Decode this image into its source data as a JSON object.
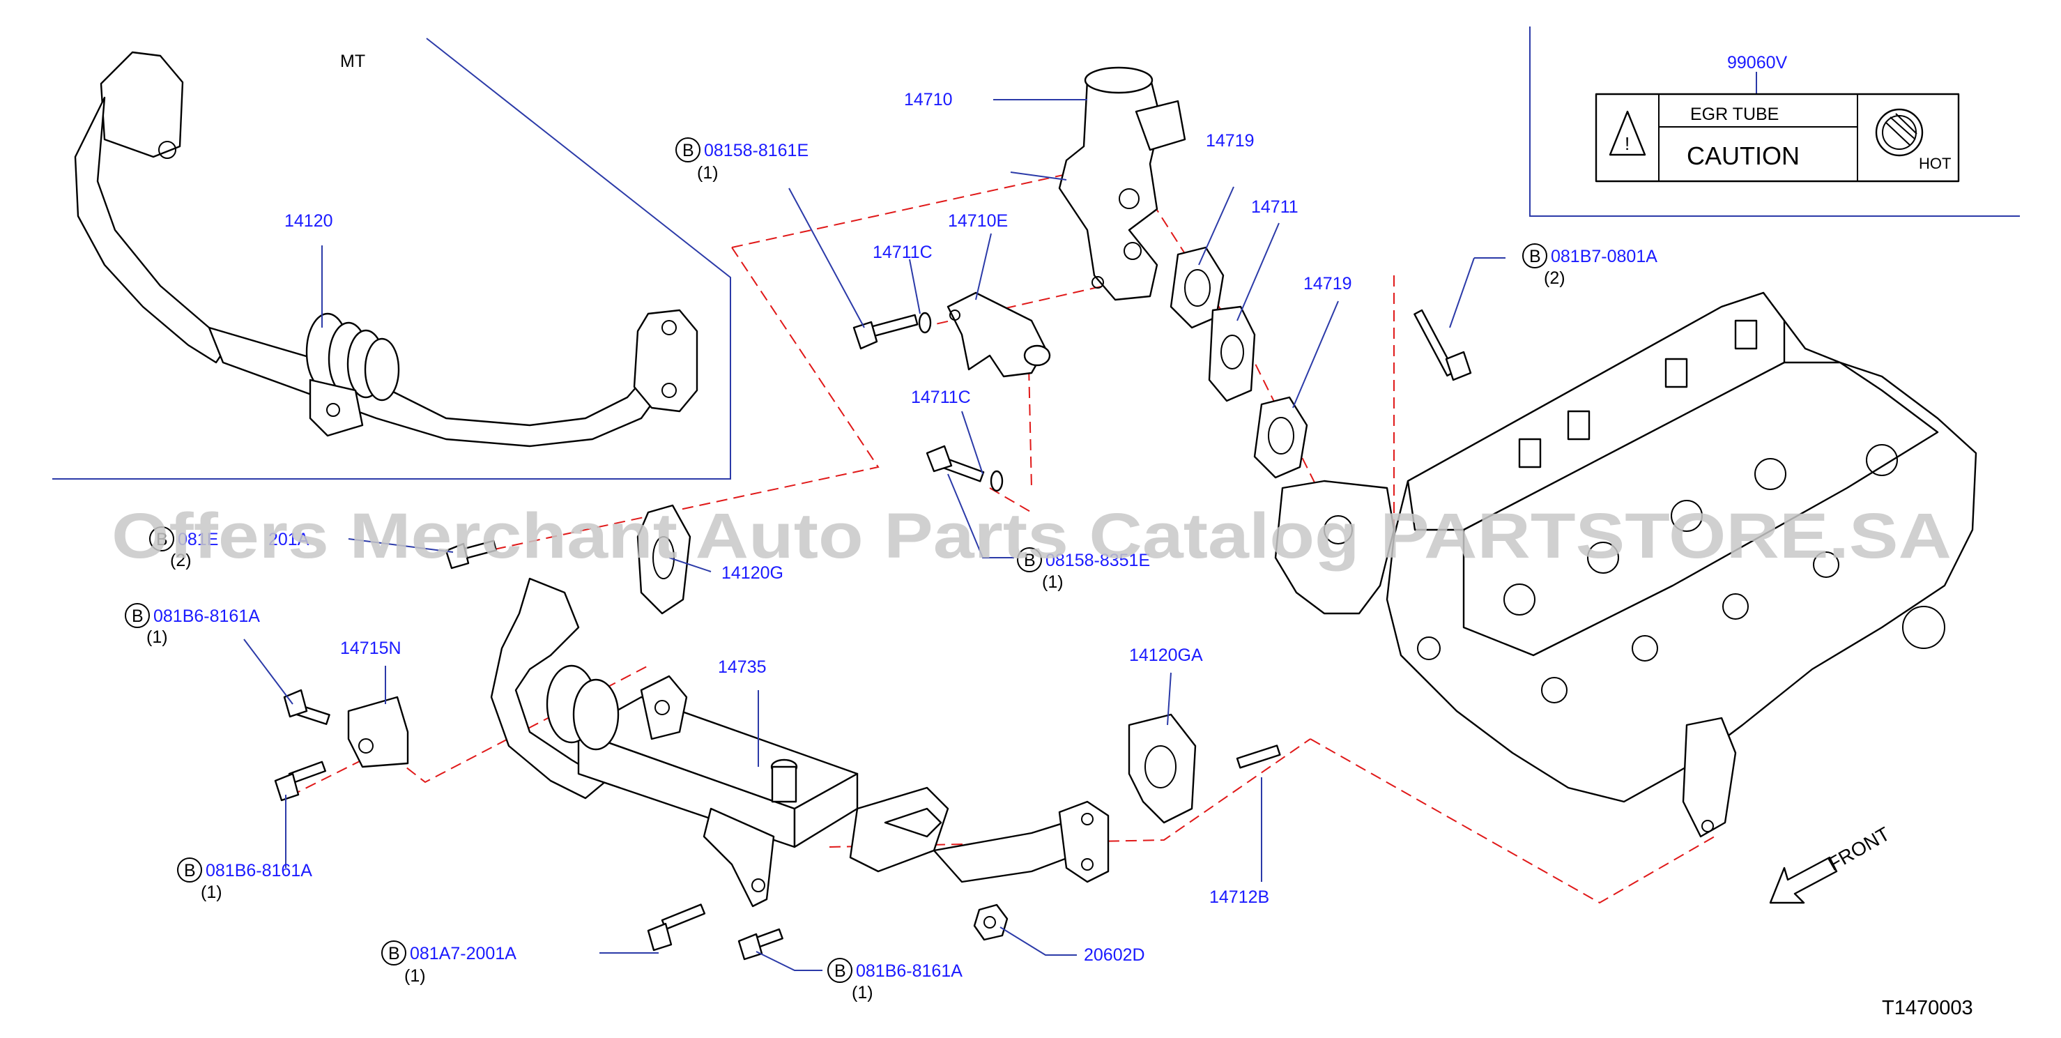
{
  "labels": {
    "mt": "MT",
    "p14120": "14120",
    "p14710": "14710",
    "p14719a": "14719",
    "p14711": "14711",
    "p14719b": "14719",
    "p14710e": "14710E",
    "p14711c_a": "14711C",
    "p14711c_b": "14711C",
    "b_08158_8161e": "08158-8161E",
    "b_08158_8161e_qty": "(1)",
    "b_081b7_0801a": "081B7-0801A",
    "b_081b7_0801a_qty": "(2)",
    "b_081e_partial": "081E",
    "b_081e_partial_tail": "201A",
    "b_081e_qty": "(2)",
    "p14120g": "14120G",
    "b_08158_8351e": "08158-8351E",
    "b_08158_8351e_qty": "(1)",
    "b_081b6_a": "081B6-8161A",
    "b_081b6_a_qty": "(1)",
    "p14715n": "14715N",
    "p14735": "14735",
    "p14120ga": "14120GA",
    "b_081b6_b": "081B6-8161A",
    "b_081b6_b_qty": "(1)",
    "p14712b": "14712B",
    "b_081a7": "081A7-2001A",
    "b_081a7_qty": "(1)",
    "b_081b6_c": "081B6-8161A",
    "b_081b6_c_qty": "(1)",
    "p20602d": "20602D",
    "p99060v": "99060V",
    "front": "FRONT",
    "diagram_code": "T1470003",
    "b_marker": "B"
  },
  "caution_label": {
    "line1": "EGR   TUBE",
    "line2": "CAUTION",
    "hot": "HOT"
  },
  "watermark": "Offers Merchant Auto Parts Catalog PARTSTORE.SA",
  "colors": {
    "part_number": "#1a1aff",
    "leader": "#2b3aa8",
    "dashed_guide": "#e01818",
    "watermark": "#c8c8c8"
  }
}
